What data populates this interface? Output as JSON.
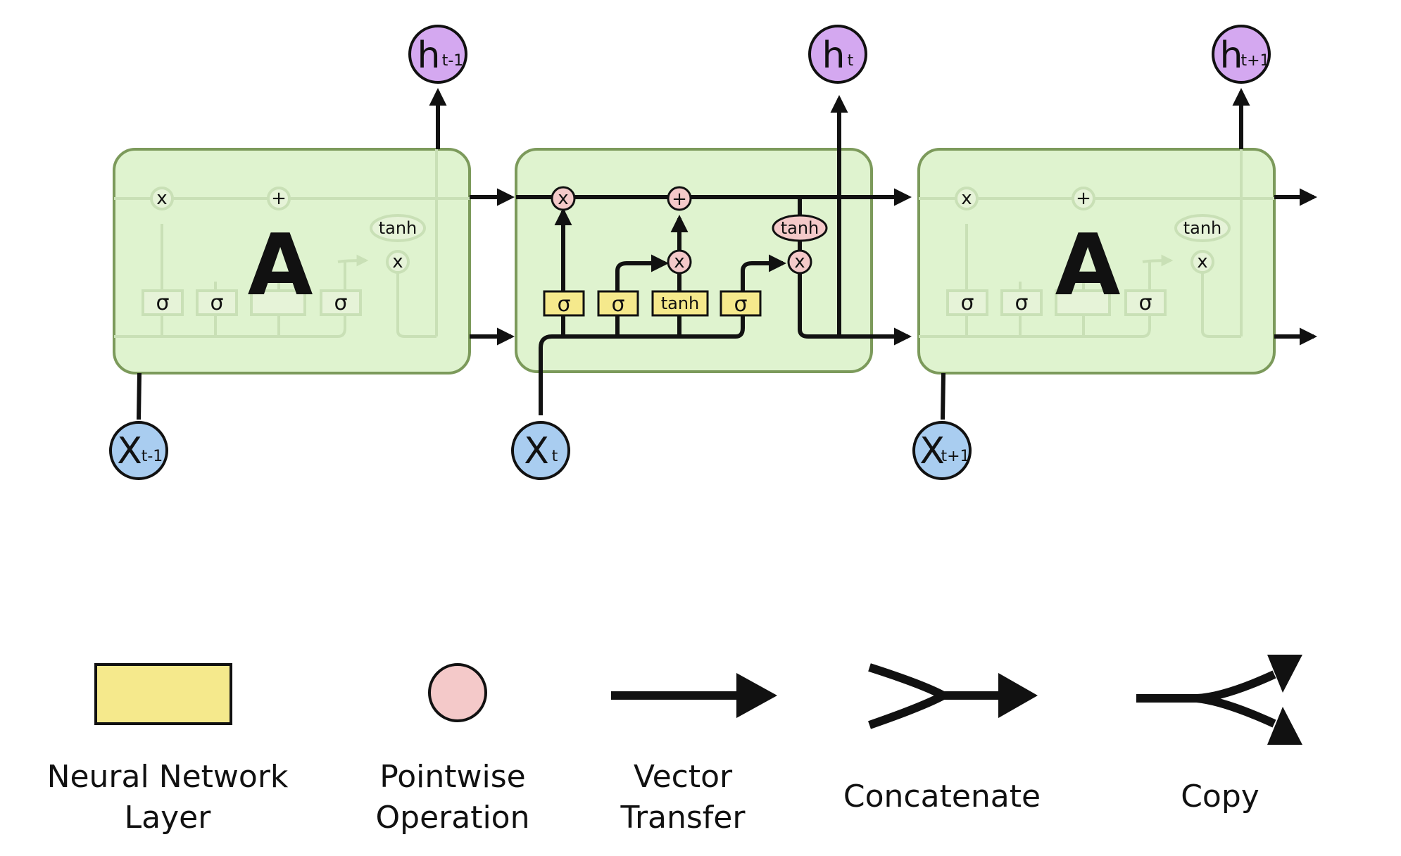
{
  "colors": {
    "cell_fill": "#dff3cf",
    "cell_stroke": "#7c9a5b",
    "layer_fill": "#f5e98c",
    "pointwise_fill": "#f4c9c9",
    "input_fill": "#a9cdf0",
    "output_fill": "#d4a8f0",
    "line": "#111111"
  },
  "side_cells": [
    {
      "label": "A",
      "input": {
        "main": "X",
        "sub": "t-1"
      },
      "output": {
        "main": "h",
        "sub": "t-1"
      }
    },
    {
      "label": "A",
      "input": {
        "main": "X",
        "sub": "t+1"
      },
      "output": {
        "main": "h",
        "sub": "t+1"
      }
    }
  ],
  "center_cell": {
    "input": {
      "main": "X",
      "sub": "t"
    },
    "output": {
      "main": "h",
      "sub": "t"
    },
    "layers": [
      "σ",
      "σ",
      "tanh",
      "σ"
    ],
    "pointwise_ops": [
      "x",
      "+",
      "x",
      "x"
    ],
    "tanh_op": "tanh"
  },
  "legend": [
    {
      "icon": "neural-network-layer-icon",
      "lines": [
        "Neural Network",
        "Layer"
      ]
    },
    {
      "icon": "pointwise-operation-icon",
      "lines": [
        "Pointwise",
        "Operation"
      ]
    },
    {
      "icon": "vector-transfer-icon",
      "lines": [
        "Vector",
        "Transfer"
      ]
    },
    {
      "icon": "concatenate-icon",
      "lines": [
        "Concatenate"
      ]
    },
    {
      "icon": "copy-icon",
      "lines": [
        "Copy"
      ]
    }
  ]
}
